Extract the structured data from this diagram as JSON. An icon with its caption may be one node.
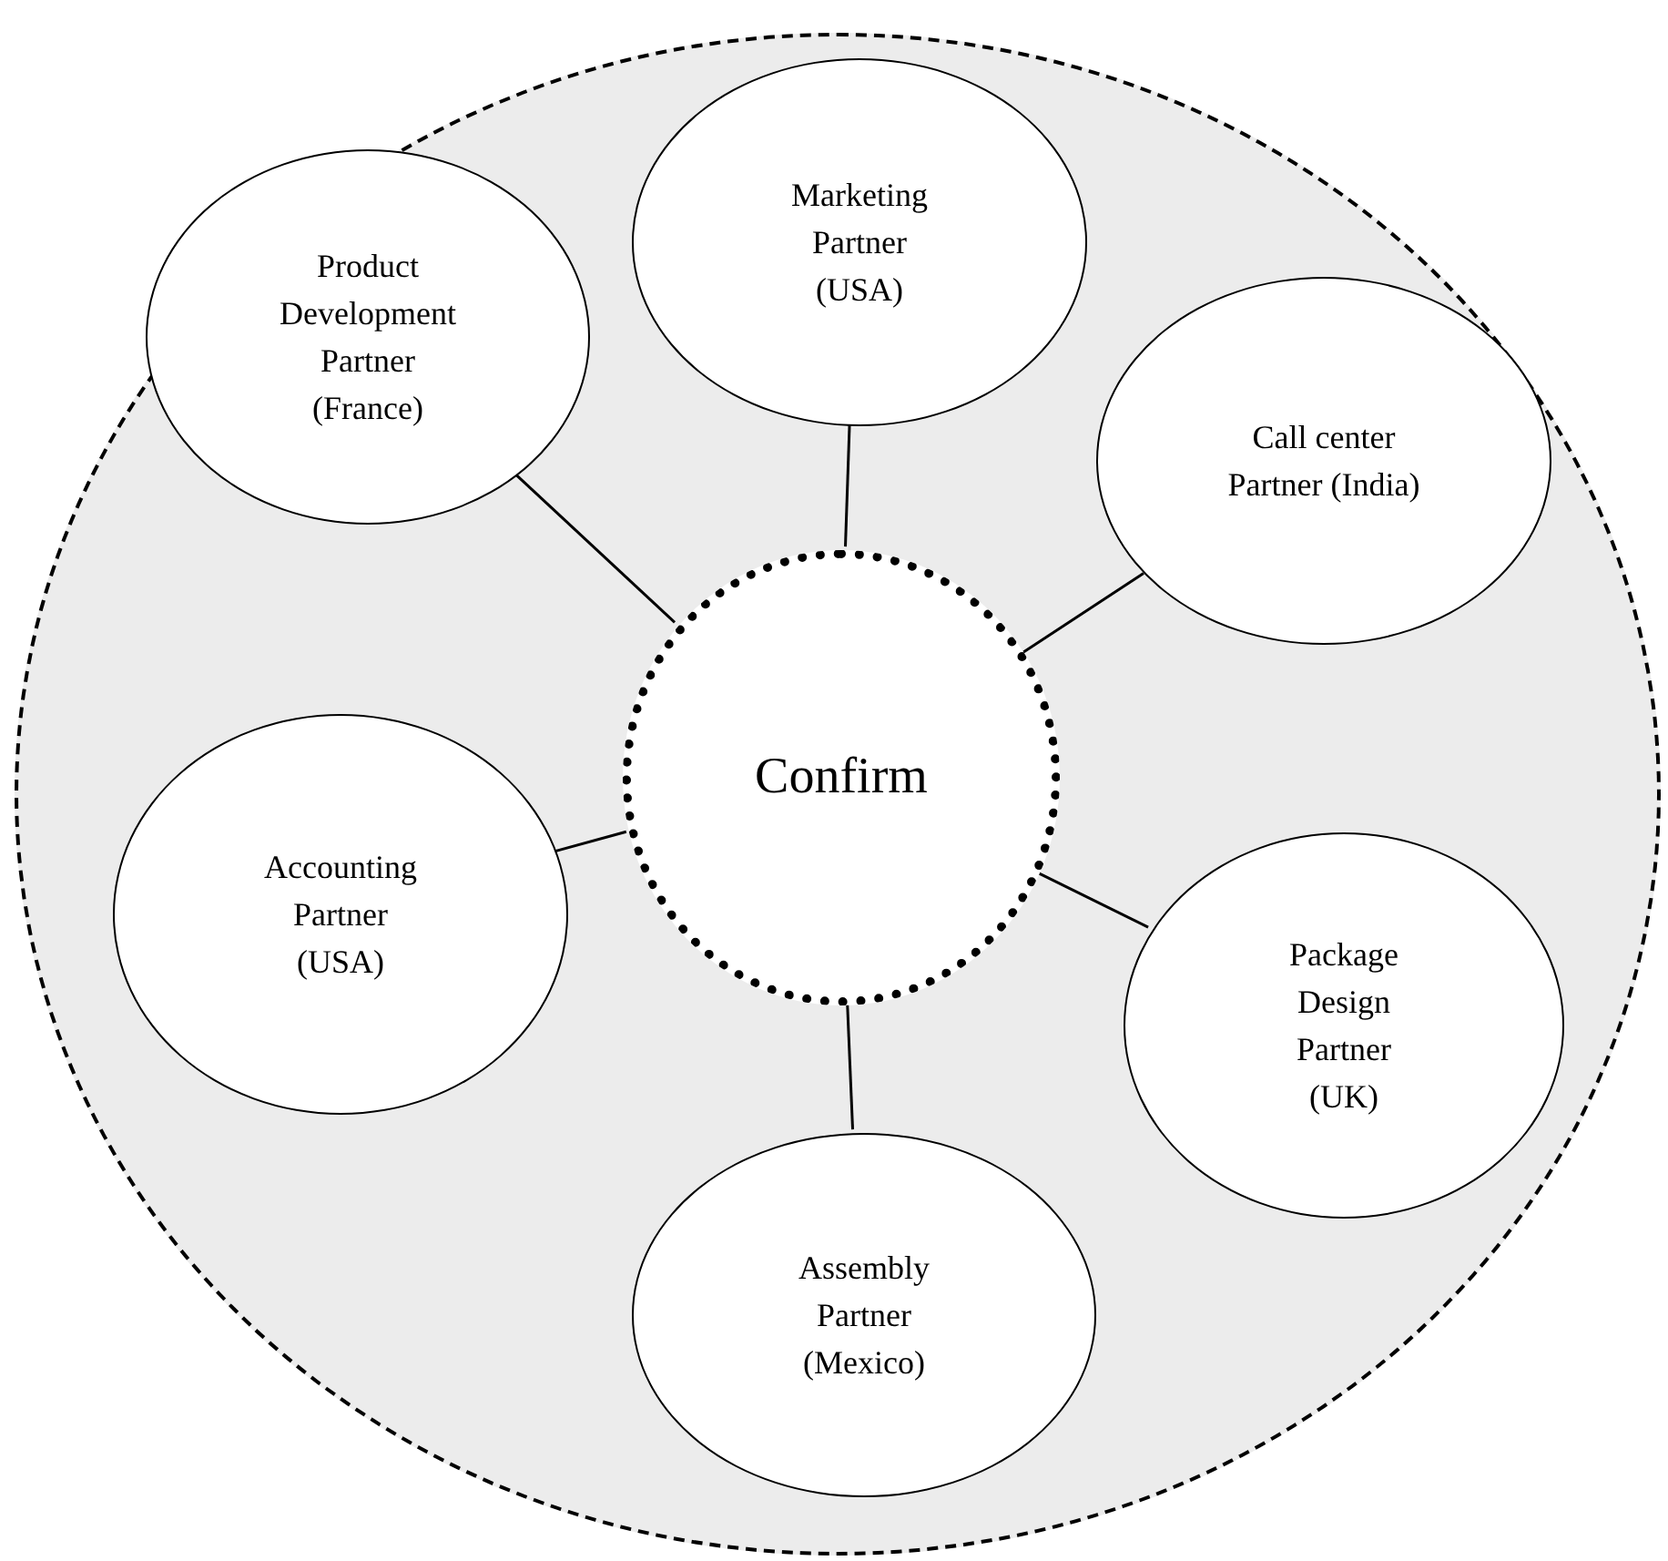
{
  "diagram": {
    "nodes": [
      {
        "text": [],
        "shape": "circle"
      },
      {
        "text": [
          "Marketing Partner (USA)"
        ],
        "in": 0
      },
      {
        "text": [
          "Product Development Partner (France)"
        ],
        "in": 0
      },
      {
        "text": [
          "Call center Partner (India)"
        ],
        "in": 0
      },
      {
        "text": [
          "Confirm"
        ],
        "in": 0
      },
      {
        "text": [
          "Accounting Partner (USA)"
        ],
        "in": 0
      },
      {
        "text": [
          "Package Design Partner (UK)"
        ],
        "in": 0
      },
      {
        "text": [
          "Assembly Partner (Mexico)"
        ],
        "in": 0
      }
    ],
    "edges": [
      {
        "from": 1,
        "to": 4,
        "arrow": "none"
      },
      {
        "from": 2,
        "to": 4,
        "arrow": "none"
      },
      {
        "from": 3,
        "to": 4,
        "arrow": "none"
      },
      {
        "from": 5,
        "to": 4,
        "arrow": "none"
      },
      {
        "from": 6,
        "to": 4,
        "arrow": "none"
      },
      {
        "from": 7,
        "to": 4,
        "arrow": "none"
      }
    ]
  }
}
